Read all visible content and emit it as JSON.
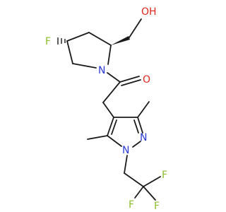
{
  "structure": {
    "atoms": {
      "oh_label": "OH",
      "fluoro_ring_label": "F",
      "ring_nitrogen_label": "N",
      "carbonyl_oxygen_label": "O",
      "pyrazole_n2_label": "N",
      "pyrazole_n1_label": "N",
      "cf3_f_top_label": "F",
      "cf3_f_left_label": "F",
      "cf3_f_right_label": "F"
    },
    "colors": {
      "carbon_bond": "#1a1a1a",
      "nitrogen": "#2a3bd4",
      "oxygen": "#e0261c",
      "fluorine": "#8cbe2f"
    }
  }
}
